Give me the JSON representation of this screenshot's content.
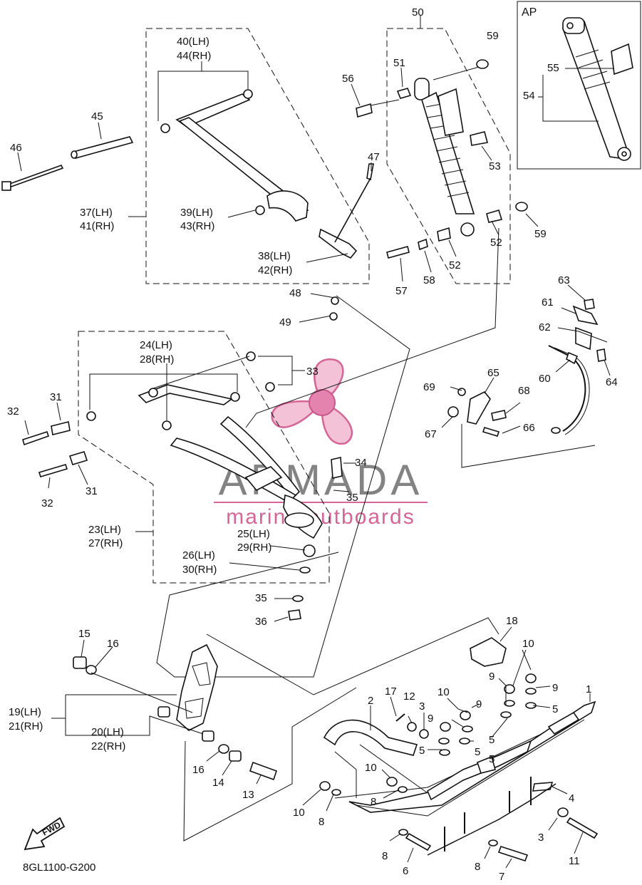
{
  "ap_box": {
    "title": "AP",
    "parts": [
      "55",
      "54"
    ]
  },
  "diagram_code": "8GL1100-G200",
  "fwd_arrow": {
    "label": "FWD"
  },
  "watermark": {
    "brand": "ARMADA",
    "tagline": "marine outboards"
  },
  "labels": {
    "p50": "50",
    "p59a": "59",
    "p56": "56",
    "p51": "51",
    "p53": "53",
    "p47": "47",
    "p52a": "52",
    "p59b": "59",
    "p52b": "52",
    "p58": "58",
    "p57": "57",
    "p40": "40(LH)",
    "p44": "44(RH)",
    "p45": "45",
    "p46": "46",
    "p37": "37(LH)",
    "p41": "41(RH)",
    "p39": "39(LH)",
    "p43": "43(RH)",
    "p38": "38(LH)",
    "p42": "42(RH)",
    "p48": "48",
    "p49": "49",
    "p63": "63",
    "p61": "61",
    "p62": "62",
    "p60": "60",
    "p64": "64",
    "p24": "24(LH)",
    "p28": "28(RH)",
    "p33": "33",
    "p31a": "31",
    "p32a": "32",
    "p31b": "31",
    "p32b": "32",
    "p65": "65",
    "p69": "69",
    "p68": "68",
    "p67": "67",
    "p66": "66",
    "p34": "34",
    "p35a": "35",
    "p23": "23(LH)",
    "p27": "27(RH)",
    "p25": "25(LH)",
    "p29": "29(RH)",
    "p26": "26(LH)",
    "p30": "30(RH)",
    "p35b": "35",
    "p36": "36",
    "p15": "15",
    "p16a": "16",
    "p19": "19(LH)",
    "p21": "21(RH)",
    "p20": "20(LH)",
    "p22": "22(RH)",
    "p16b": "16",
    "p14": "14",
    "p13": "13",
    "p18": "18",
    "p10a": "10",
    "p9a": "9",
    "p9b": "9",
    "p5a": "5",
    "p1": "1",
    "p17": "17",
    "p12": "12",
    "p3a": "3",
    "p10b": "10",
    "p9c": "9",
    "p9d": "9",
    "p2": "2",
    "p5b": "5",
    "p5c": "5",
    "p5d": "5",
    "p10c": "10",
    "p4": "4",
    "p10d": "10",
    "p8a": "8",
    "p8b": "8",
    "p8c": "8",
    "p6": "6",
    "p3b": "3",
    "p11": "11",
    "p8d": "8",
    "p7": "7"
  }
}
